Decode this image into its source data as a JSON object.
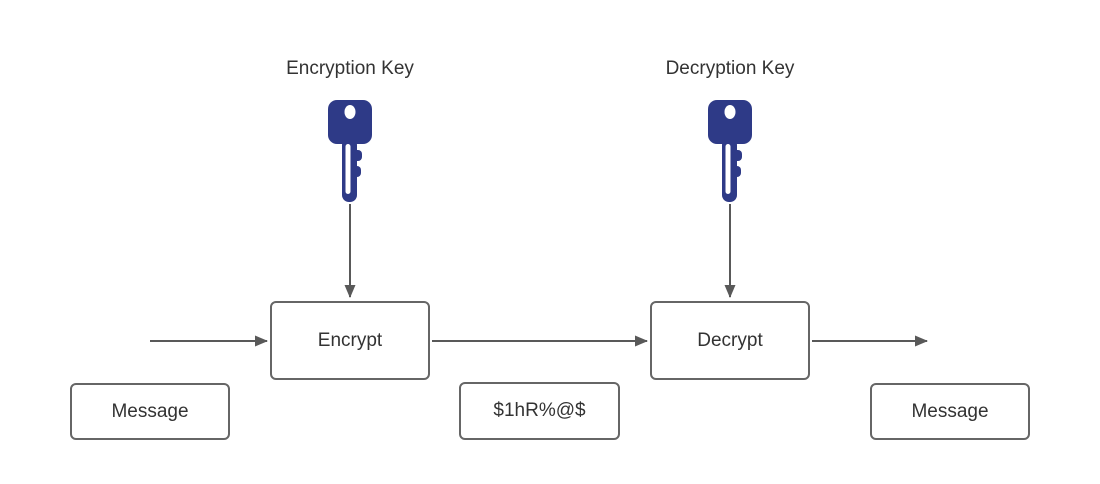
{
  "colors": {
    "key_icon": "#2e3a87",
    "line": "#595959",
    "box_border": "#666666",
    "text": "#333333",
    "background": "#ffffff"
  },
  "labels": {
    "encryption_key": "Encryption Key",
    "decryption_key": "Decryption Key"
  },
  "nodes": {
    "encrypt": {
      "label": "Encrypt"
    },
    "decrypt": {
      "label": "Decrypt"
    },
    "message_input": {
      "label": "Message"
    },
    "ciphertext": {
      "label": "$1hR%@$"
    },
    "message_output": {
      "label": "Message"
    }
  },
  "icons": {
    "encryption_key": "key-icon",
    "decryption_key": "key-icon"
  }
}
